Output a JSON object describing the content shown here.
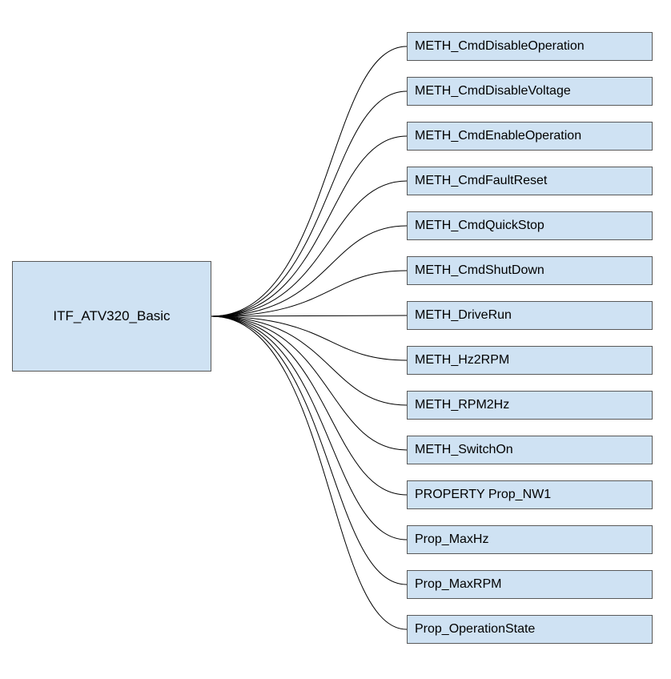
{
  "diagram": {
    "root": {
      "label": "ITF_ATV320_Basic"
    },
    "children": [
      {
        "label": "METH_CmdDisableOperation"
      },
      {
        "label": "METH_CmdDisableVoltage"
      },
      {
        "label": "METH_CmdEnableOperation"
      },
      {
        "label": "METH_CmdFaultReset"
      },
      {
        "label": "METH_CmdQuickStop"
      },
      {
        "label": "METH_CmdShutDown"
      },
      {
        "label": "METH_DriveRun"
      },
      {
        "label": "METH_Hz2RPM"
      },
      {
        "label": "METH_RPM2Hz"
      },
      {
        "label": "METH_SwitchOn"
      },
      {
        "label": "PROPERTY Prop_NW1"
      },
      {
        "label": "Prop_MaxHz"
      },
      {
        "label": "Prop_MaxRPM"
      },
      {
        "label": "Prop_OperationState"
      }
    ],
    "colors": {
      "node_fill": "#cfe2f3",
      "node_border": "#595959",
      "connector": "#000000"
    }
  }
}
